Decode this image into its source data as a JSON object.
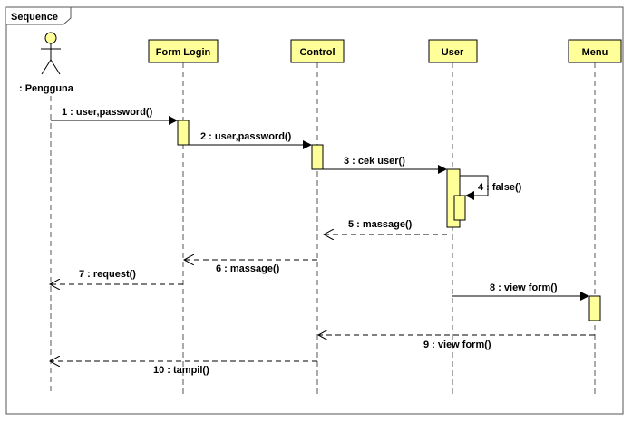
{
  "frame": {
    "label": "Sequence"
  },
  "colors": {
    "object_fill": "#ffff99",
    "activation_fill": "#ffff99",
    "stroke": "#000000",
    "frame_stroke": "#555555"
  },
  "actor": {
    "label": ": Pengguna"
  },
  "objects": [
    {
      "id": "form-login",
      "label": "Form Login"
    },
    {
      "id": "control",
      "label": "Control"
    },
    {
      "id": "user",
      "label": "User"
    },
    {
      "id": "menu",
      "label": "Menu"
    }
  ],
  "messages": [
    {
      "label": "1 : user,password()",
      "from": "pengguna",
      "to": "form-login",
      "kind": "call"
    },
    {
      "label": "2 : user,password()",
      "from": "form-login",
      "to": "control",
      "kind": "call"
    },
    {
      "label": "3 : cek user()",
      "from": "control",
      "to": "user",
      "kind": "call"
    },
    {
      "label": "4 : false()",
      "from": "user",
      "to": "user",
      "kind": "self"
    },
    {
      "label": "5 : massage()",
      "from": "user",
      "to": "control",
      "kind": "return"
    },
    {
      "label": "6 : massage()",
      "from": "control",
      "to": "form-login",
      "kind": "return"
    },
    {
      "label": "7 : request()",
      "from": "form-login",
      "to": "pengguna",
      "kind": "return"
    },
    {
      "label": "8 : view form()",
      "from": "user",
      "to": "menu",
      "kind": "call"
    },
    {
      "label": "9 : view form()",
      "from": "menu",
      "to": "control",
      "kind": "return"
    },
    {
      "label": "10 : tampil()",
      "from": "control",
      "to": "pengguna",
      "kind": "return"
    }
  ]
}
